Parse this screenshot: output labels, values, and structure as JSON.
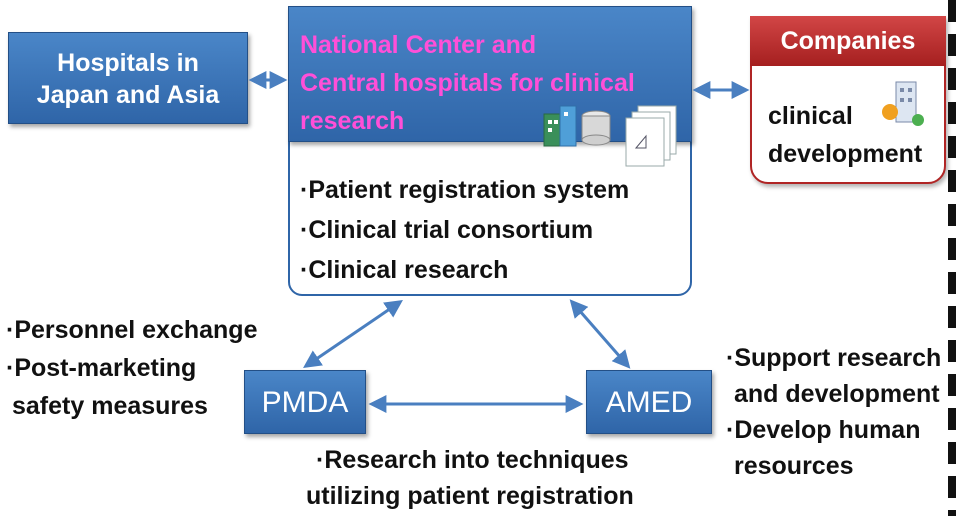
{
  "hospitals": {
    "label_line1": "Hospitals in",
    "label_line2": "Japan and Asia"
  },
  "center": {
    "title_line1": "National Center and",
    "title_line2": "Central hospitals for clinical",
    "title_line3": "research",
    "bullets": [
      "·Patient registration system",
      "·Clinical trial consortium",
      "·Clinical research"
    ]
  },
  "companies": {
    "header": "Companies",
    "body_line1": "clinical",
    "body_line2": "development"
  },
  "pmda": {
    "label": "PMDA",
    "notes": [
      "·Personnel exchange",
      "·Post-marketing",
      "safety measures"
    ]
  },
  "amed": {
    "label": "AMED",
    "notes": [
      "·Support research",
      "and development",
      "·Develop human",
      "resources"
    ]
  },
  "bottom_note": {
    "line1": "·Research into techniques",
    "line2": "utilizing patient registration"
  },
  "colors": {
    "box_blue": "#2f65a8",
    "title_pink": "#ff4fd8",
    "company_red": "#b02525",
    "arrow_blue": "#4a7fc0"
  },
  "icons": [
    "building-icon",
    "database-icon",
    "documents-icon",
    "company-building-icon"
  ]
}
